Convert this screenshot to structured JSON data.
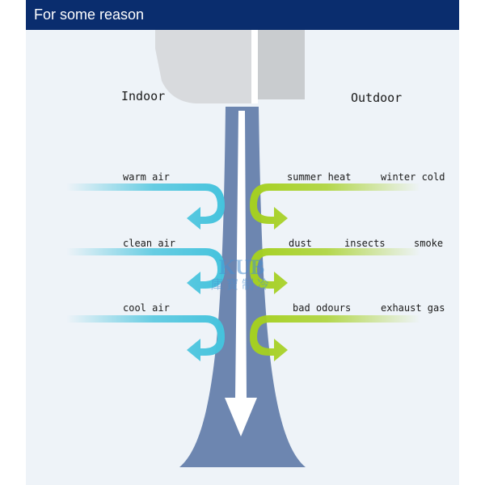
{
  "header": {
    "title": "For some reason"
  },
  "diagram": {
    "indoor_label": "Indoor",
    "outdoor_label": "Outdoor",
    "indoor_labels": [
      "warm air",
      "clean air",
      "cool air"
    ],
    "outdoor_labels": [
      [
        "summer heat",
        "winter cold"
      ],
      [
        "dust",
        "insects",
        "smoke"
      ],
      [
        "bad odours",
        "exhaust gas"
      ]
    ]
  },
  "watermark": {
    "logo_text": "KUB",
    "chinese_text": "庫寶制冷"
  },
  "colors": {
    "header_bg": "#0a2d6e",
    "indoor_arrow": "#45c3dd",
    "outdoor_arrow": "#a5d021",
    "wall": "#6d86b0",
    "airflow": "#ffffff"
  }
}
